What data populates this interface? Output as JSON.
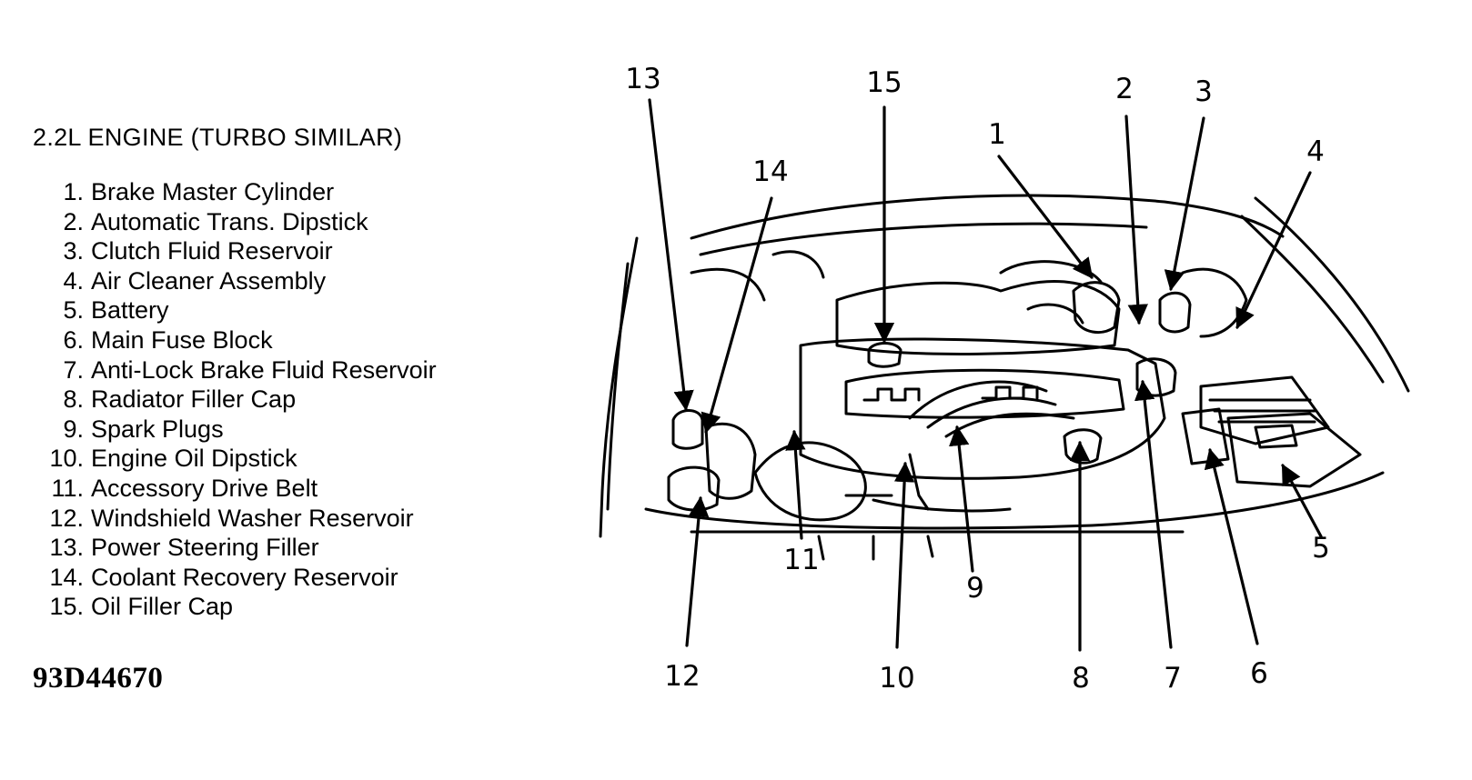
{
  "legend": {
    "title": "2.2L ENGINE (TURBO SIMILAR)",
    "items": [
      {
        "num": "1.",
        "label": "Brake Master Cylinder"
      },
      {
        "num": "2.",
        "label": "Automatic Trans. Dipstick"
      },
      {
        "num": "3.",
        "label": "Clutch Fluid Reservoir"
      },
      {
        "num": "4.",
        "label": "Air Cleaner Assembly"
      },
      {
        "num": "5.",
        "label": "Battery"
      },
      {
        "num": "6.",
        "label": "Main Fuse Block"
      },
      {
        "num": "7.",
        "label": "Anti-Lock Brake Fluid Reservoir"
      },
      {
        "num": "8.",
        "label": "Radiator Filler Cap"
      },
      {
        "num": "9.",
        "label": "Spark Plugs"
      },
      {
        "num": "10.",
        "label": "Engine Oil Dipstick"
      },
      {
        "num": "11.",
        "label": "Accessory Drive Belt"
      },
      {
        "num": "12.",
        "label": "Windshield Washer Reservoir"
      },
      {
        "num": "13.",
        "label": "Power Steering Filler"
      },
      {
        "num": "14.",
        "label": "Coolant Recovery Reservoir"
      },
      {
        "num": "15.",
        "label": "Oil Filler Cap"
      }
    ]
  },
  "figure_code": "93D44670",
  "callouts": [
    "1",
    "2",
    "3",
    "4",
    "5",
    "6",
    "7",
    "8",
    "9",
    "10",
    "11",
    "12",
    "13",
    "14",
    "15"
  ],
  "colors": {
    "ink": "#000000",
    "paper": "#ffffff"
  }
}
